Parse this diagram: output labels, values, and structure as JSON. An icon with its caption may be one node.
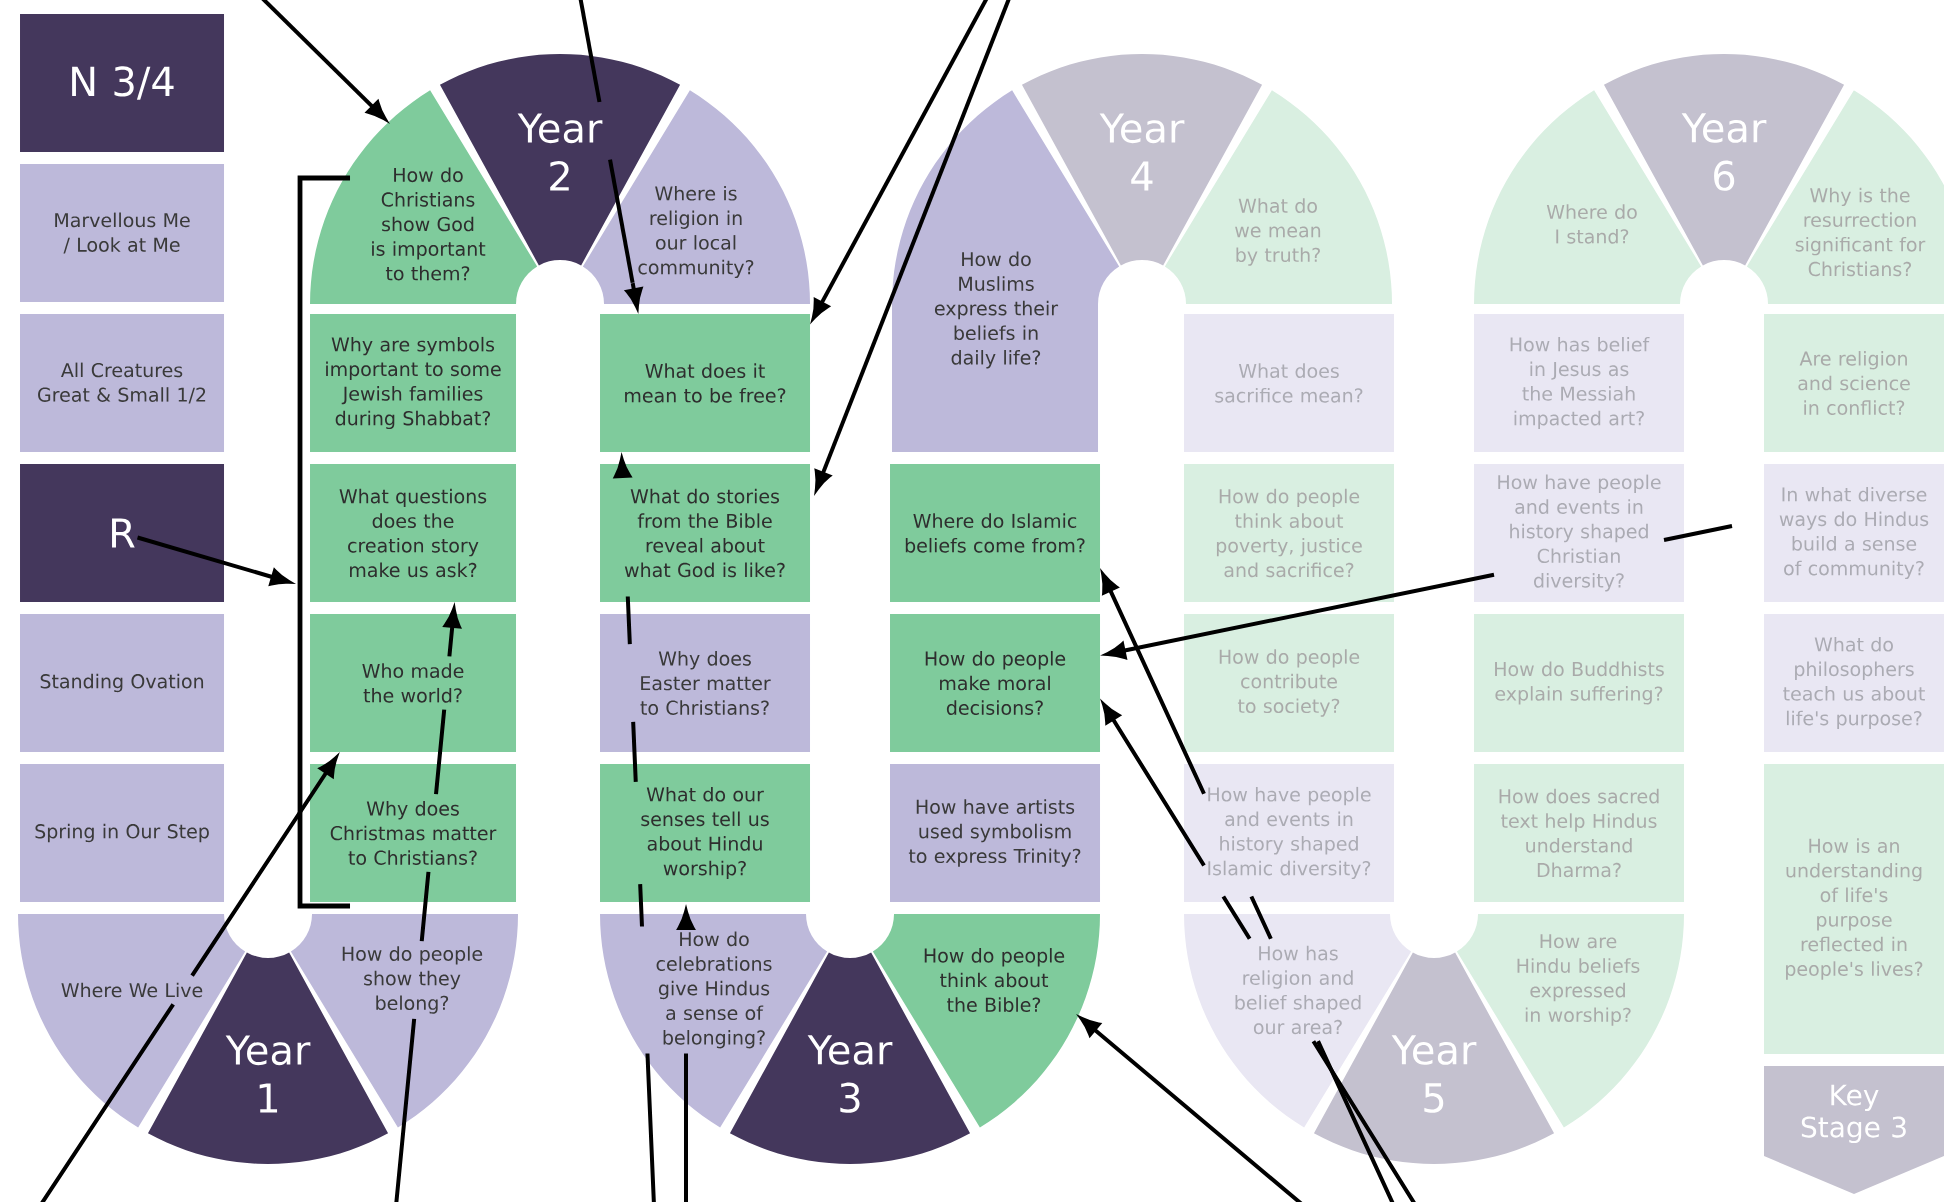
{
  "diagram": {
    "nodes": [
      {
        "text": [
          "N 3/4"
        ]
      },
      {
        "text": [
          "Marvellous Me / Look at Me"
        ]
      },
      {
        "text": [
          "All Creatures Great & Small 1/2"
        ]
      },
      {
        "text": [
          "R"
        ]
      },
      {
        "text": [
          "Standing Ovation"
        ]
      },
      {
        "text": [
          "Spring in Our Step"
        ]
      },
      {
        "text": [
          "Where We Live"
        ]
      },
      {
        "text": [
          "Year 1"
        ]
      },
      {
        "text": [
          "How do people show they belong?"
        ]
      },
      {
        "text": [
          "How do Christians show God is important to them?"
        ]
      },
      {
        "text": [
          "Year 2"
        ]
      },
      {
        "text": [
          "Where is religion in our local community?"
        ]
      },
      {
        "text": [
          "Why are symbols important to some Jewish families during Shabbat?"
        ]
      },
      {
        "text": [
          "What questions does the creation story make us ask?"
        ]
      },
      {
        "text": [
          "Who made the world?"
        ]
      },
      {
        "text": [
          "Why does Christmas matter to Christians?"
        ]
      },
      {
        "text": [],
        "shape": "bracket"
      },
      {
        "text": [
          "What does it mean to be free?"
        ]
      },
      {
        "text": [
          "What do stories from the Bible reveal about what God is like?"
        ]
      },
      {
        "text": [
          "Why does Easter matter to Christians?"
        ]
      },
      {
        "text": [
          "What do our senses tell us about Hindu worship?"
        ]
      },
      {
        "text": [
          "How do celebrations give Hindus a sense of belonging?"
        ]
      },
      {
        "text": [
          "Year 3"
        ]
      },
      {
        "text": [
          "How do people think about the Bible?"
        ]
      },
      {
        "text": [
          "How do Muslims express their beliefs in daily life?"
        ]
      },
      {
        "text": [
          "Year 4"
        ]
      },
      {
        "text": [
          "What do we mean by truth?"
        ]
      },
      {
        "text": [
          "Where do Islamic beliefs come from?"
        ]
      },
      {
        "text": [
          "How do people make moral decisions?"
        ]
      },
      {
        "text": [
          "How have artists used symbolism to express Trinity?"
        ]
      },
      {
        "text": [
          "What does sacrifice mean?"
        ]
      },
      {
        "text": [
          "How do people think about poverty, justice and sacrifice?"
        ]
      },
      {
        "text": [
          "How do people contribute to society?"
        ]
      },
      {
        "text": [
          "How have people and events in history shaped Islamic diversity?"
        ]
      },
      {
        "text": [
          "How has religion and belief shaped our area?"
        ]
      },
      {
        "text": [
          "Year 5"
        ]
      },
      {
        "text": [
          "How are Hindu beliefs expressed in worship?"
        ]
      },
      {
        "text": [
          "Where do I stand?"
        ]
      },
      {
        "text": [
          "Year 6"
        ]
      },
      {
        "text": [
          "Why is the resurrection significant for Christians?"
        ]
      },
      {
        "text": [
          "How has belief in Jesus as the Messiah impacted art?"
        ]
      },
      {
        "text": [
          "How have people and events in history shaped Christian diversity?"
        ]
      },
      {
        "text": [
          "How do Buddhists explain suffering?"
        ]
      },
      {
        "text": [
          "How does sacred text help Hindus understand Dharma?"
        ]
      },
      {
        "text": [
          "Are religion and science in conflict?"
        ]
      },
      {
        "text": [
          "In what diverse ways do Hindus build a sense of community?"
        ]
      },
      {
        "text": [
          "What do philosophers teach us about life's purpose?"
        ]
      },
      {
        "text": [
          "How is an understanding of life's purpose reflected in people's lives?"
        ]
      },
      {
        "text": [
          "Key Stage 3"
        ]
      }
    ],
    "edges": [
      {
        "from": null,
        "to": 9,
        "arrow": "to"
      },
      {
        "from": null,
        "to": 17,
        "arrow": "to"
      },
      {
        "from": null,
        "to": 17,
        "arrow": "to"
      },
      {
        "from": null,
        "to": 18,
        "arrow": "to"
      },
      {
        "from": 3,
        "to": 16,
        "arrow": "to"
      },
      {
        "from": null,
        "to": 14,
        "arrow": "to"
      },
      {
        "from": null,
        "to": 13,
        "arrow": "to"
      },
      {
        "from": null,
        "to": 17,
        "arrow": "to"
      },
      {
        "from": null,
        "to": 20,
        "arrow": "to"
      },
      {
        "from": null,
        "to": 27,
        "arrow": "to"
      },
      {
        "from": null,
        "to": 28,
        "arrow": "to"
      },
      {
        "from": null,
        "to": 28,
        "arrow": "to"
      },
      {
        "from": null,
        "to": 23,
        "arrow": "to"
      }
    ]
  }
}
